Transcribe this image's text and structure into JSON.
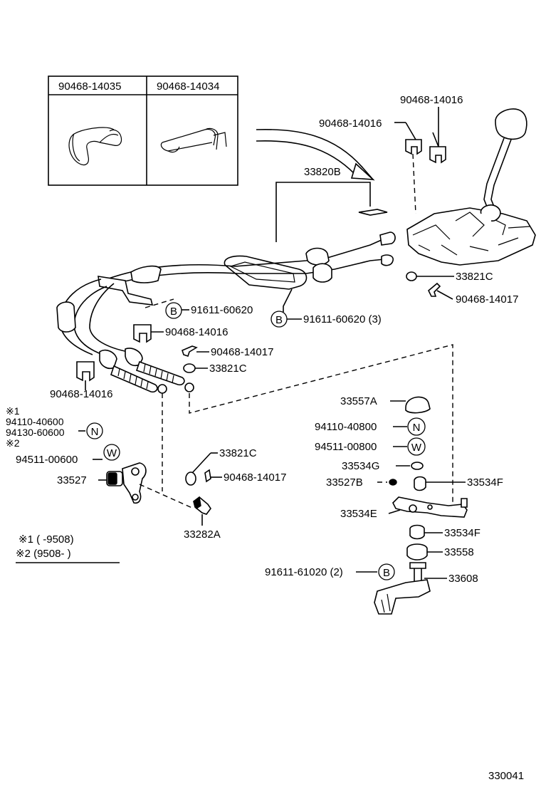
{
  "inset": {
    "clip_left_label": "90468-14035",
    "clip_right_label": "90468-14034"
  },
  "parts": {
    "p_90468_14016_top_right": "90468-14016",
    "p_90468_14016_top": "90468-14016",
    "p_33820b": "33820B",
    "p_33821c_right": "33821C",
    "p_90468_14017_right": "90468-14017",
    "p_91611_60620_a": "91611-60620",
    "p_91611_60620_b": "91611-60620 (3)",
    "p_90468_14016_mid": "90468-14016",
    "p_90468_14017_mid": "90468-14017",
    "p_33821c_mid": "33821C",
    "p_90468_14016_left": "90468-14016",
    "p_33557a": "33557A",
    "p_94110_40800": "94110-40800",
    "p_94511_00800": "94511-00800",
    "p_33534g": "33534G",
    "p_33527b": "33527B",
    "p_33534f_a": "33534F",
    "p_33534e": "33534E",
    "p_33534f_b": "33534F",
    "p_33558": "33558",
    "p_91611_61020": "91611-61020 (2)",
    "p_33608": "33608",
    "p_33821c_low": "33821C",
    "p_90468_14017_low": "90468-14017",
    "p_33527": "33527",
    "p_33282a": "33282A",
    "p_94110_40600": "94110-40600",
    "p_94130_60600": "94130-60600",
    "p_94511_00600": "94511-00600"
  },
  "markers": {
    "ref1": "※1",
    "ref2": "※2",
    "B": "B",
    "N": "N",
    "W": "W"
  },
  "legend": {
    "line1": "※1 (        -9508)",
    "line2": "※2 (9508-        )"
  },
  "diagram_code": "330041"
}
